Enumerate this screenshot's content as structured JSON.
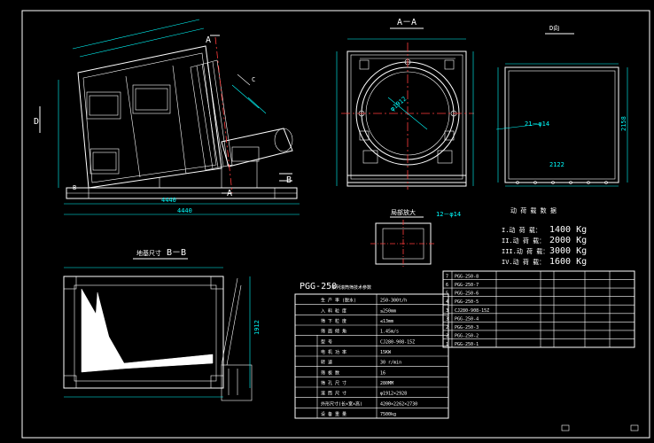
{
  "labels": {
    "section_aa": "A－A",
    "section_bb": "B－B",
    "mark_a_top": "A",
    "mark_a_bottom": "A",
    "mark_b": "B",
    "mark_d": "D",
    "mark_c": "C",
    "mark_b_right": "B"
  },
  "dims": {
    "ring_diameter": "φ1912",
    "frame_width": "2122",
    "frame_height": "2158",
    "side_width": "4440",
    "side_bottom": "4440",
    "frame_arrow": "21－φ14",
    "small_sq": "12－φ14",
    "bb_height": "1912"
  },
  "load_title": "动 荷 载 数 据",
  "loads": [
    {
      "label": "I.动 荷 载：",
      "value": "1400 Kg"
    },
    {
      "label": "II.动 荷 载：",
      "value": "2000 Kg"
    },
    {
      "label": "III.动 荷 载：",
      "value": "3000 Kg"
    },
    {
      "label": "IV.动 荷 载：",
      "value": "1600 Kg"
    }
  ],
  "spec": {
    "title": "PGG-250",
    "rows": [
      {
        "name": "生 产 率 (脱水)",
        "value": "250-300t/h"
      },
      {
        "name": "入 料 粒 度",
        "value": "≤250mm"
      },
      {
        "name": "筛 下 粒 度",
        "value": "≤13mm"
      },
      {
        "name": "筛 面 倾 角",
        "value": "1.45m/s"
      },
      {
        "name": "型 号",
        "value": "CJ280-908-15Z"
      },
      {
        "name": "电 机 功 率",
        "value": "15KW"
      },
      {
        "name": "转 速",
        "value": "30 r/min"
      },
      {
        "name": "筛 板 数",
        "value": "16"
      },
      {
        "name": "筛 孔 尺 寸",
        "value": "280MM"
      },
      {
        "name": "滚 筒 尺 寸",
        "value": "φ1912×2928"
      },
      {
        "name": "外形尺寸(长×宽×高)",
        "value": "4200×2262×2730"
      },
      {
        "name": "设 备 重 量",
        "value": "7500kg"
      }
    ]
  },
  "parts": [
    {
      "no": "7",
      "code": "PGG-250-8"
    },
    {
      "no": "6",
      "code": "PGG-250-7"
    },
    {
      "no": "5",
      "code": "PGG-250-6"
    },
    {
      "no": "4",
      "code": "PGG-250-5"
    },
    {
      "no": "3",
      "code": "CJ280-908-15Z"
    },
    {
      "no": "3",
      "code": "PGG-250-4"
    },
    {
      "no": "2",
      "code": "PGG-250-3"
    },
    {
      "no": "2",
      "code": "PGG-250-2"
    },
    {
      "no": "1",
      "code": "PGG-250-1"
    }
  ]
}
